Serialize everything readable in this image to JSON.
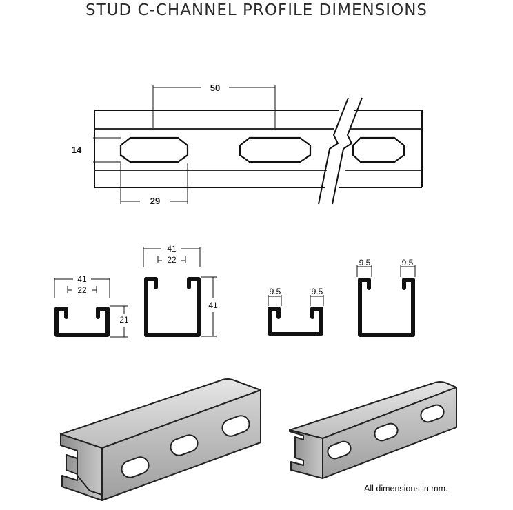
{
  "title": "STUD C-CHANNEL PROFILE DIMENSIONS",
  "top_view": {
    "slot_pitch": "50",
    "slot_height": "14",
    "slot_length": "29"
  },
  "profile_small": {
    "width_outer": "41",
    "width_opening": "22",
    "height": "21"
  },
  "profile_large": {
    "width_outer": "41",
    "width_opening": "22",
    "height": "41"
  },
  "profile_small_lip": {
    "lip_left": "9.5",
    "lip_right": "9.5"
  },
  "profile_large_lip": {
    "lip_left": "9.5",
    "lip_right": "9.5"
  },
  "note": "All dimensions in mm."
}
